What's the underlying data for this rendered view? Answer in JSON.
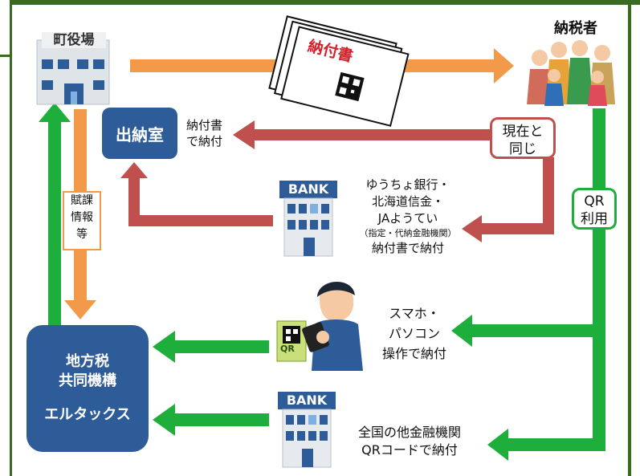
{
  "town_hall": {
    "sign": "町役場"
  },
  "cashier": {
    "label": "出納室"
  },
  "taxpayer": {
    "label": "納税者"
  },
  "tax_slip": {
    "label": "納付書"
  },
  "fukyo": {
    "lines": [
      "賦課",
      "情報",
      "等"
    ]
  },
  "slip_payment": {
    "lines": [
      "納付書",
      "で納付"
    ]
  },
  "same_as_now": {
    "lines": [
      "現在と",
      "同じ"
    ]
  },
  "bank_designated": {
    "sign": "BANK",
    "lines": [
      "ゆうちょ銀行・",
      "北海道信金・",
      "JAようてい",
      "（指定・代納金融機関）",
      "納付書で納付"
    ]
  },
  "qr_use": {
    "lines": [
      "QR",
      "利用"
    ]
  },
  "smartphone": {
    "lines": [
      "スマホ・",
      "パソコン",
      "操作で納付"
    ],
    "qr_text": "QR"
  },
  "eltax": {
    "lines": [
      "地方税",
      "共同機構",
      "",
      "エルタックス"
    ]
  },
  "bank_other": {
    "sign": "BANK",
    "lines": [
      "全国の他金融機関",
      "QRコードで納付"
    ]
  },
  "colors": {
    "orange": "#f29a4a",
    "red": "#c0504d",
    "green": "#1dae3b",
    "navy": "#2e5c99",
    "frame": "#3a6b22"
  }
}
